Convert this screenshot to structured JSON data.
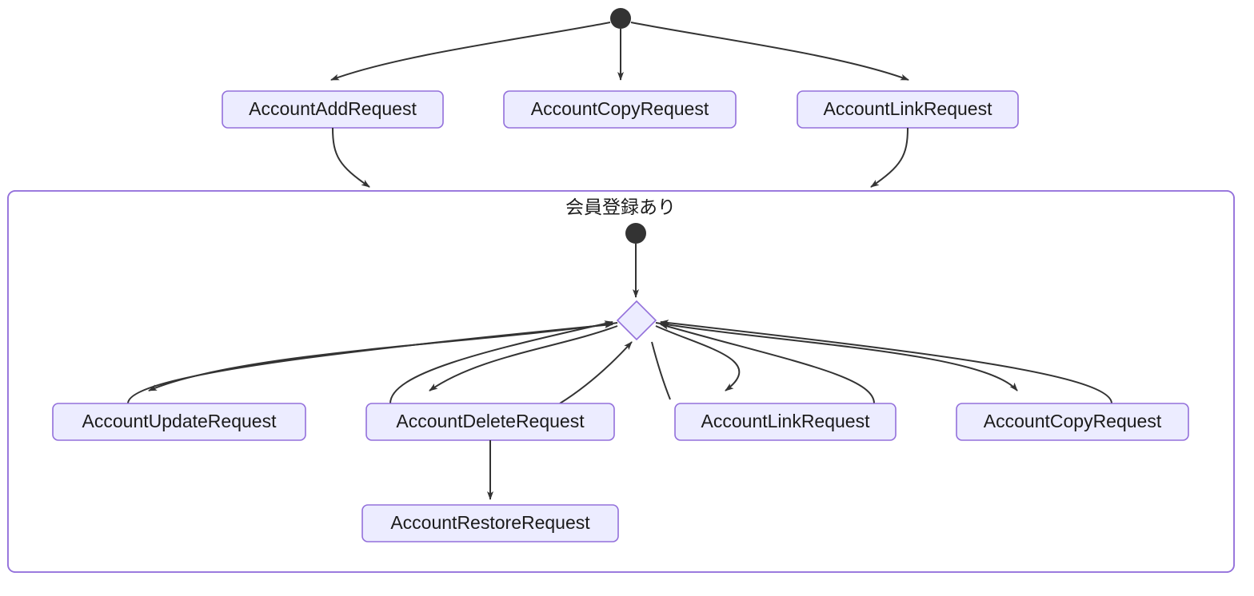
{
  "diagram": {
    "type": "state-diagram",
    "background_color": "#ffffff",
    "node_fill_color": "#ececff",
    "node_border_color": "#9370db",
    "edge_color": "#333333",
    "start_node_color": "#333333",
    "text_color": "#1b1b1b",
    "outer_start_label": "",
    "inner_start_label": "",
    "choice_label": "",
    "composite": {
      "title": "会員登録あり"
    },
    "top_states": [
      {
        "id": "account-add-request",
        "label": "AccountAddRequest"
      },
      {
        "id": "account-copy-request",
        "label": "AccountCopyRequest"
      },
      {
        "id": "account-link-request",
        "label": "AccountLinkRequest"
      }
    ],
    "inner_states": [
      {
        "id": "account-update-request",
        "label": "AccountUpdateRequest"
      },
      {
        "id": "account-delete-request",
        "label": "AccountDeleteRequest"
      },
      {
        "id": "account-link-request-inner",
        "label": "AccountLinkRequest"
      },
      {
        "id": "account-copy-request-inner",
        "label": "AccountCopyRequest"
      },
      {
        "id": "account-restore-request",
        "label": "AccountRestoreRequest"
      }
    ],
    "edges": [
      {
        "from": "start",
        "to": "AccountAddRequest"
      },
      {
        "from": "start",
        "to": "AccountCopyRequest"
      },
      {
        "from": "start",
        "to": "AccountLinkRequest"
      },
      {
        "from": "AccountAddRequest",
        "to": "会員登録あり"
      },
      {
        "from": "AccountLinkRequest",
        "to": "会員登録あり"
      },
      {
        "from": "inner-start",
        "to": "choice"
      },
      {
        "from": "choice",
        "to": "AccountUpdateRequest"
      },
      {
        "from": "AccountUpdateRequest",
        "to": "choice"
      },
      {
        "from": "choice",
        "to": "AccountDeleteRequest"
      },
      {
        "from": "AccountDeleteRequest",
        "to": "choice"
      },
      {
        "from": "choice",
        "to": "AccountLinkRequest"
      },
      {
        "from": "AccountLinkRequest",
        "to": "choice"
      },
      {
        "from": "choice",
        "to": "AccountCopyRequest"
      },
      {
        "from": "AccountCopyRequest",
        "to": "choice"
      },
      {
        "from": "AccountDeleteRequest",
        "to": "AccountRestoreRequest"
      }
    ]
  }
}
